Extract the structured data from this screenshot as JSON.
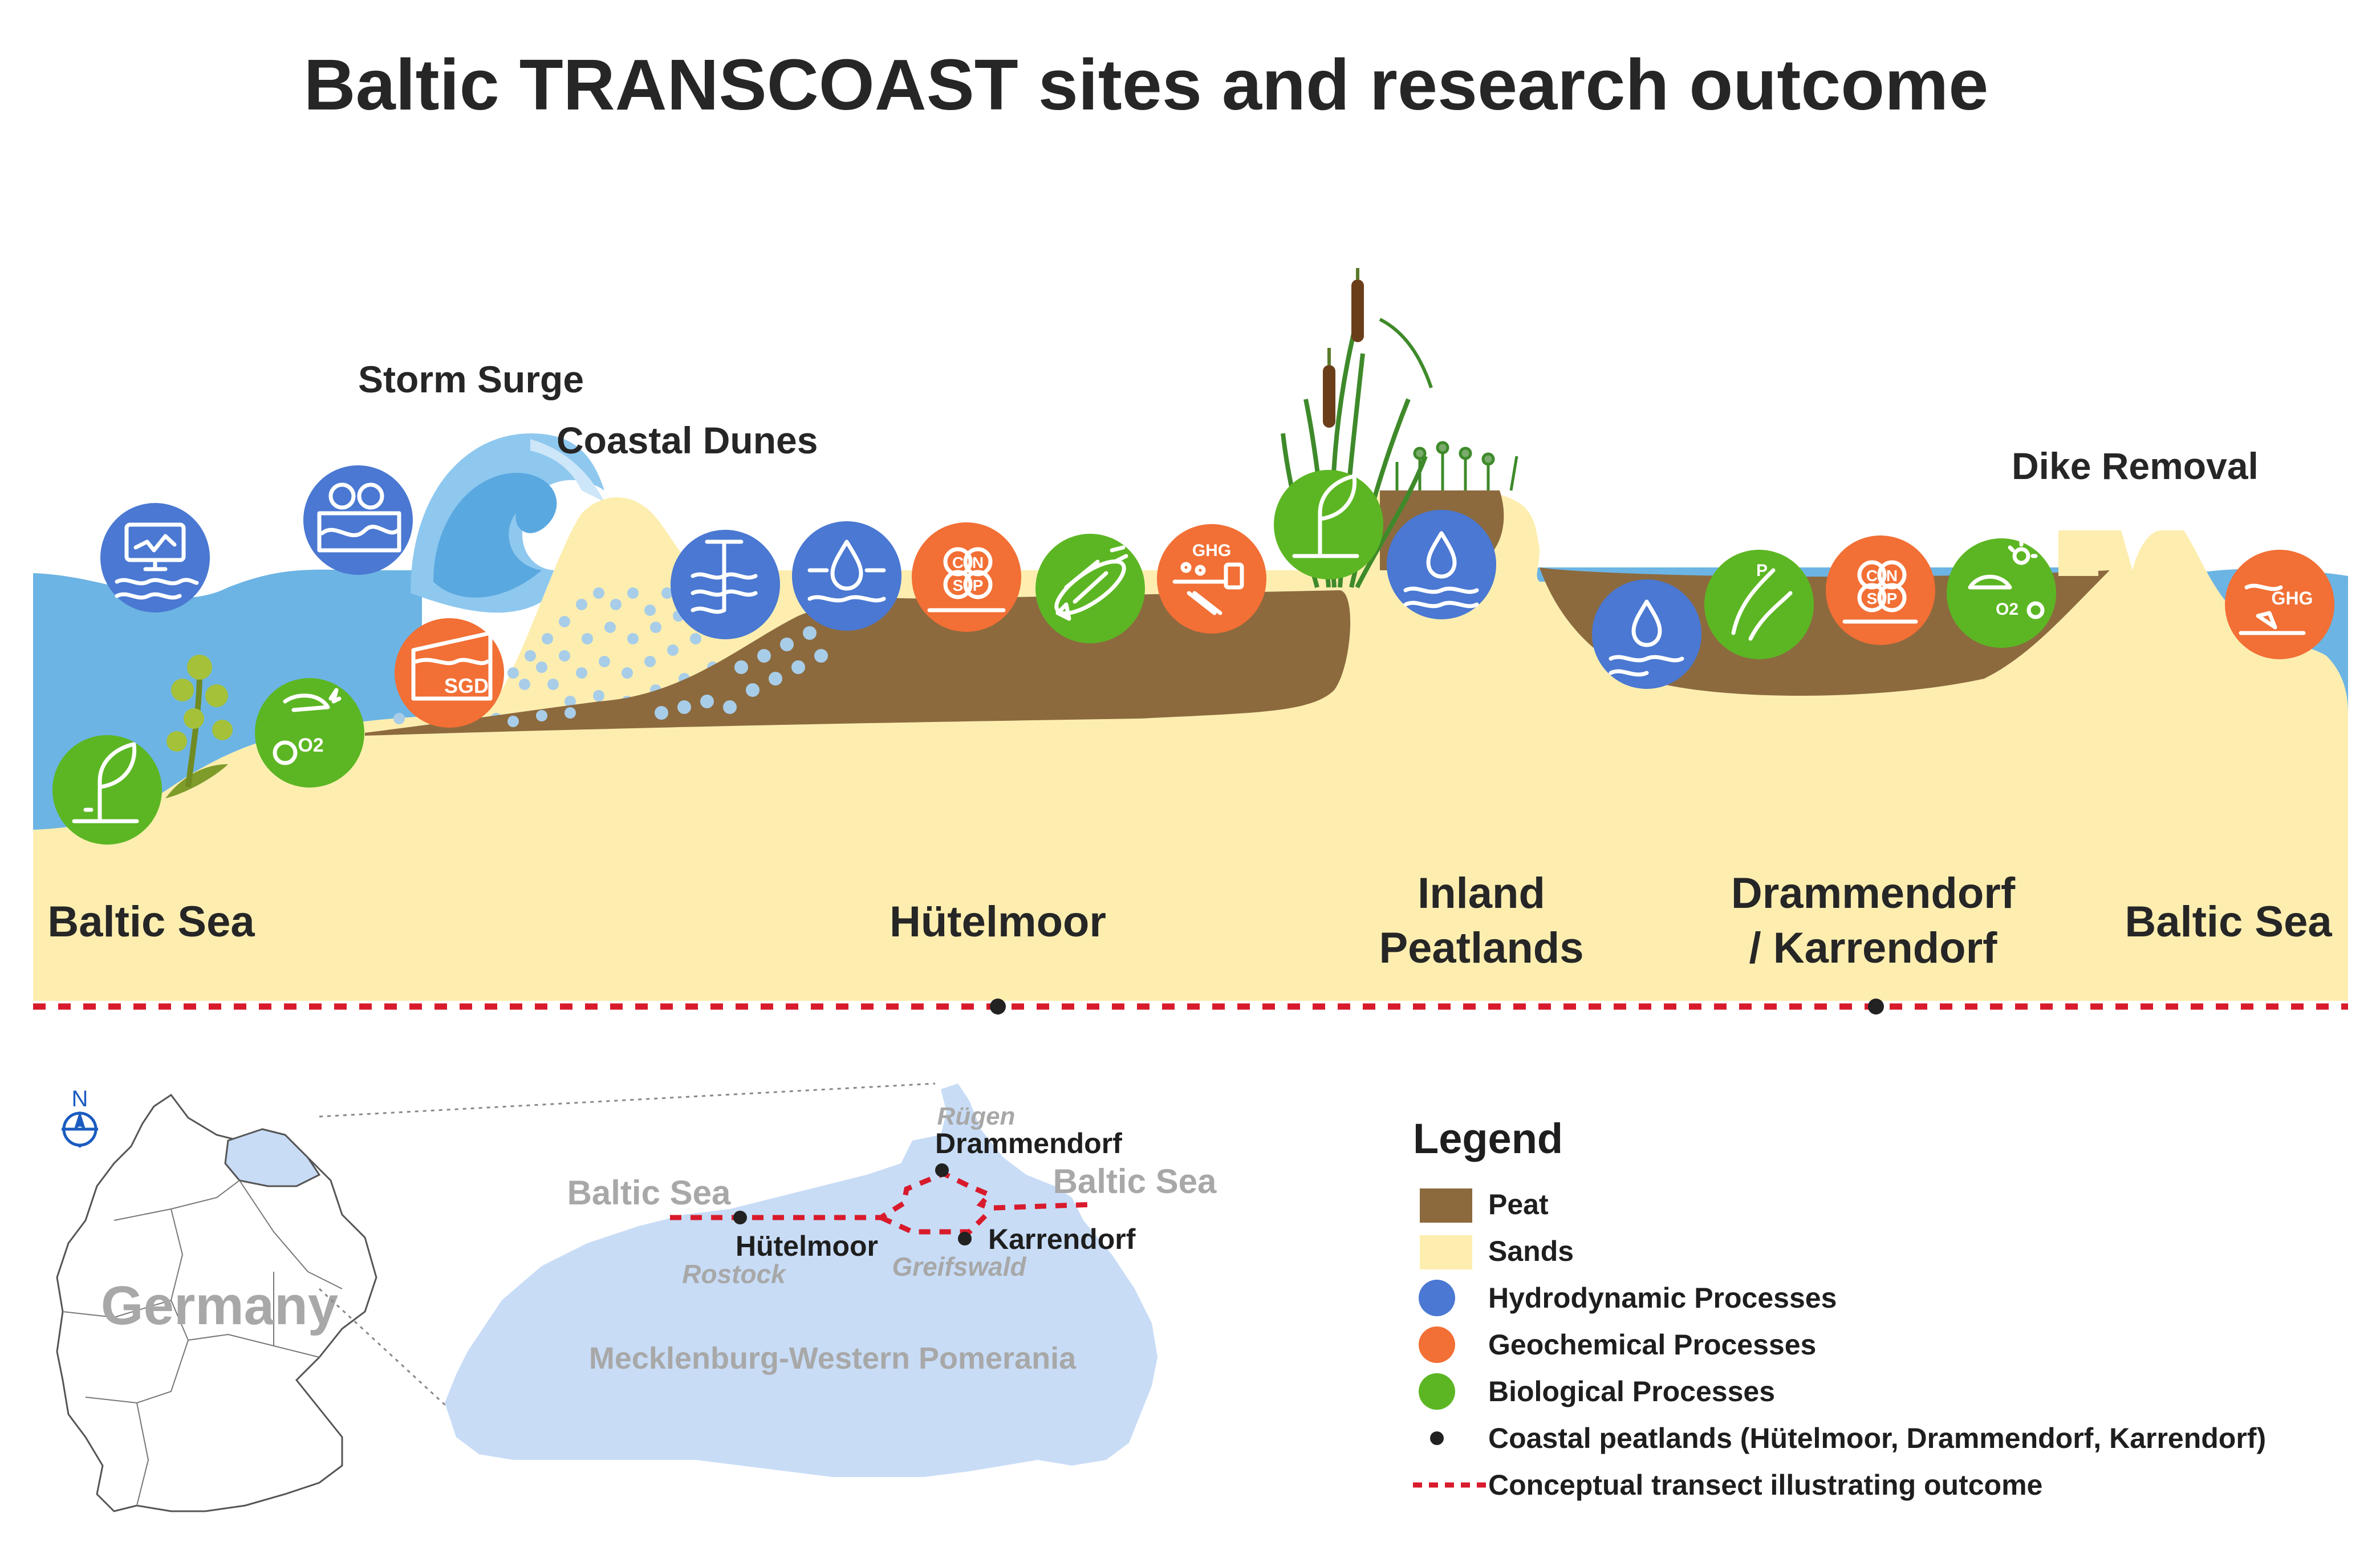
{
  "title": "Baltic TRANSCOAST sites and research outcome",
  "colors": {
    "sea": "#6cb4e4",
    "sand": "#fdeeb0",
    "peat": "#8c6a3e",
    "hydrodynamic": "#4a78d2",
    "geochemical": "#f26f35",
    "biological": "#5cb623",
    "transect": "#d81b2c",
    "map_land": "#c8dcf6"
  },
  "cross_section": {
    "callouts": {
      "storm_surge": "Storm Surge",
      "coastal_dunes": "Coastal Dunes",
      "dike_removal": "Dike Removal"
    },
    "sites": {
      "baltic_sea_left": "Baltic Sea",
      "huetelmoor": "Hütelmoor",
      "inland_peatlands_line1": "Inland",
      "inland_peatlands_line2": "Peatlands",
      "drammendorf_line1": "Drammendorf",
      "drammendorf_line2": "/ Karrendorf",
      "baltic_sea_right": "Baltic Sea"
    },
    "icon_text": {
      "sgd": "SGD",
      "o2": "O2",
      "c": "C",
      "n": "N",
      "s": "S",
      "p": "P",
      "ghg": "GHG"
    }
  },
  "map": {
    "north": "N",
    "germany": "Germany",
    "baltic_sea_1": "Baltic Sea",
    "baltic_sea_2": "Baltic Sea",
    "ruegen": "Rügen",
    "drammendorf": "Drammendorf",
    "huetelmoor": "Hütelmoor",
    "karrendorf": "Karrendorf",
    "rostock": "Rostock",
    "greifswald": "Greifswald",
    "state": "Mecklenburg-Western Pomerania"
  },
  "legend": {
    "title": "Legend",
    "items": [
      {
        "label": "Peat",
        "type": "rect",
        "color": "#8c6a3e"
      },
      {
        "label": "Sands",
        "type": "rect",
        "color": "#fdeeb0"
      },
      {
        "label": "Hydrodynamic Processes",
        "type": "circle",
        "color": "#4a78d2"
      },
      {
        "label": "Geochemical Processes",
        "type": "circle",
        "color": "#f26f35"
      },
      {
        "label": "Biological Processes",
        "type": "circle",
        "color": "#5cb623"
      },
      {
        "label": "Coastal peatlands (Hütelmoor, Drammendorf, Karrendorf)",
        "type": "dot",
        "color": "#222222"
      },
      {
        "label": "Conceptual transect illustrating outcome",
        "type": "dash",
        "color": "#d81b2c"
      }
    ]
  }
}
